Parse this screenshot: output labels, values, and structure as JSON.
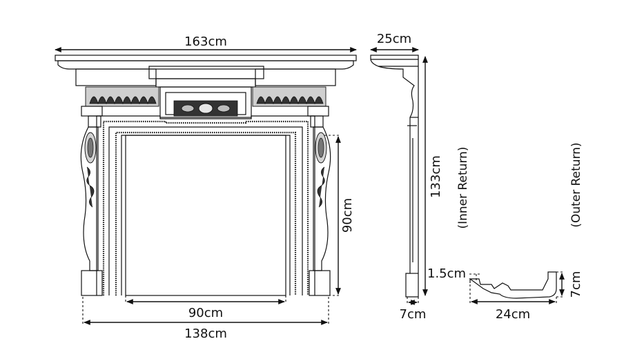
{
  "dimensions": {
    "overall_width": "163cm",
    "depth": "25cm",
    "height": "133cm",
    "opening_height": "90cm",
    "opening_width": "90cm",
    "footprint_width": "138cm",
    "slip_depth": "7cm",
    "inner_return_top": "1.5cm",
    "return_width": "24cm",
    "return_height": "7cm"
  },
  "notes": {
    "inner_return": "(Inner Return)",
    "outer_return": "(Outer Return)"
  }
}
